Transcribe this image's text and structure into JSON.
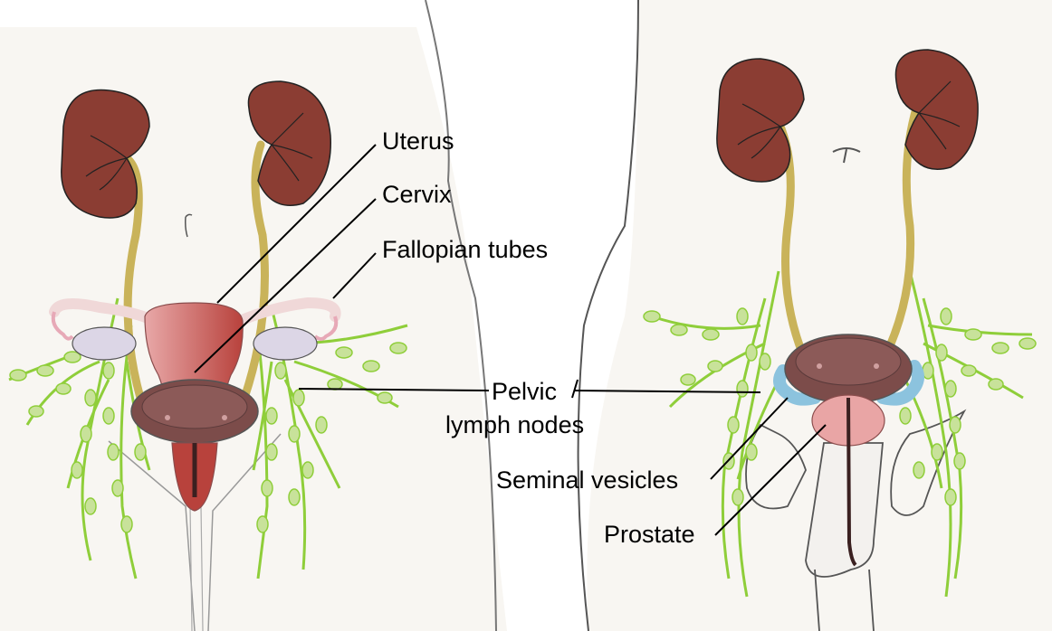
{
  "labels": {
    "uterus": "Uterus",
    "cervix": "Cervix",
    "fallopian_tubes": "Fallopian tubes",
    "pelvic_line1": "Pelvic",
    "pelvic_line2": "lymph nodes",
    "seminal_vesicles": "Seminal vesicles",
    "prostate": "Prostate"
  },
  "colors": {
    "kidney": "#8b3d33",
    "ureter": "#c9b35a",
    "lymph": "#8fce3a",
    "node": "#c8e29a",
    "bladder": "#7c4c4a",
    "uterus": "#c0584f",
    "ovary": "#dcd6e6",
    "prostate": "#e9a5a5",
    "seminal": "#8cc3de",
    "body_fill": "#f8f6f2",
    "outline": "#555555"
  }
}
